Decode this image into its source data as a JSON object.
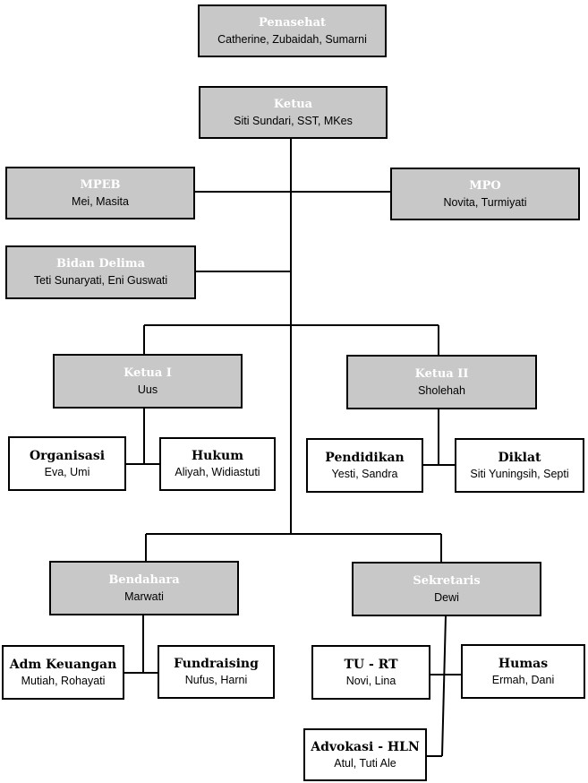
{
  "nodes": {
    "penasehat": {
      "title": "Penasehat",
      "names": "Catherine, Zubaidah, Sumarni"
    },
    "ketua": {
      "title": "Ketua",
      "names": "Siti Sundari, SST, MKes"
    },
    "mpeb": {
      "title": "MPEB",
      "names": "Mei, Masita"
    },
    "mpo": {
      "title": "MPO",
      "names": "Novita, Turmiyati"
    },
    "bidan_delima": {
      "title": "Bidan Delima",
      "names": "Teti Sunaryati, Eni Guswati"
    },
    "ketua_1": {
      "title": "Ketua I",
      "names": "Uus"
    },
    "ketua_2": {
      "title": "Ketua II",
      "names": "Sholehah"
    },
    "organisasi": {
      "title": "Organisasi",
      "names": "Eva, Umi"
    },
    "hukum": {
      "title": "Hukum",
      "names": "Aliyah, Widiastuti"
    },
    "pendidikan": {
      "title": "Pendidikan",
      "names": "Yesti, Sandra"
    },
    "diklat": {
      "title": "Diklat",
      "names": "Siti Yuningsih, Septi"
    },
    "bendahara": {
      "title": "Bendahara",
      "names": "Marwati"
    },
    "sekretaris": {
      "title": "Sekretaris",
      "names": "Dewi"
    },
    "adm_keuangan": {
      "title": "Adm Keuangan",
      "names": "Mutiah, Rohayati"
    },
    "fundraising": {
      "title": "Fundraising",
      "names": "Nufus, Harni"
    },
    "tu_rt": {
      "title": "TU - RT",
      "names": "Novi, Lina"
    },
    "humas": {
      "title": "Humas",
      "names": "Ermah, Dani"
    },
    "advokasi_hln": {
      "title": "Advokasi - HLN",
      "names": "Atul, Tuti Ale"
    }
  },
  "colors": {
    "gray_box": "#c8c8c8",
    "border": "#000000",
    "gray_title": "#ffffff"
  }
}
